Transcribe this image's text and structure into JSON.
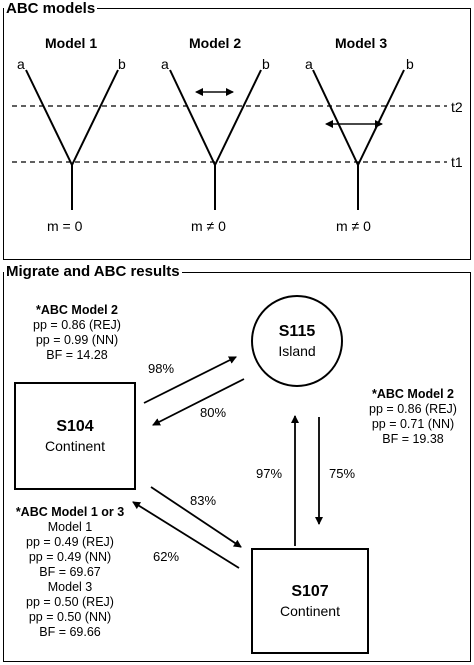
{
  "top_panel": {
    "title": "ABC models",
    "models": [
      {
        "name": "Model 1",
        "left": "a",
        "right": "b",
        "migration": "m = 0"
      },
      {
        "name": "Model 2",
        "left": "a",
        "right": "b",
        "migration": "m ≠ 0"
      },
      {
        "name": "Model 3",
        "left": "a",
        "right": "b",
        "migration": "m ≠ 0"
      }
    ],
    "time_labels": {
      "t2": "t2",
      "t1": "t1"
    }
  },
  "bottom_panel": {
    "title": "Migrate and ABC results",
    "populations": {
      "s115": {
        "name": "S115",
        "type": "Island"
      },
      "s104": {
        "name": "S104",
        "type": "Continent"
      },
      "s107": {
        "name": "S107",
        "type": "Continent"
      }
    },
    "migration_rates": {
      "s104_to_s115": "98%",
      "s115_to_s104": "80%",
      "s104_to_s107": "83%",
      "s107_to_s104": "62%",
      "s107_to_s115": "97%",
      "s115_to_s107": "75%"
    },
    "abc_s104_s115": {
      "title": "*ABC Model 2",
      "lines": [
        "pp = 0.86 (REJ)",
        "pp = 0.99 (NN)",
        "BF = 14.28"
      ]
    },
    "abc_s115_s107": {
      "title": "*ABC Model 2",
      "lines": [
        "pp = 0.86 (REJ)",
        "pp = 0.71 (NN)",
        "BF = 19.38"
      ]
    },
    "abc_s104_s107": {
      "title": "*ABC Model 1 or 3",
      "lines": [
        "Model 1",
        "pp = 0.49 (REJ)",
        "pp = 0.49 (NN)",
        "BF = 69.67",
        "Model 3",
        "pp = 0.50 (REJ)",
        "pp = 0.50 (NN)",
        "BF = 69.66"
      ]
    }
  }
}
